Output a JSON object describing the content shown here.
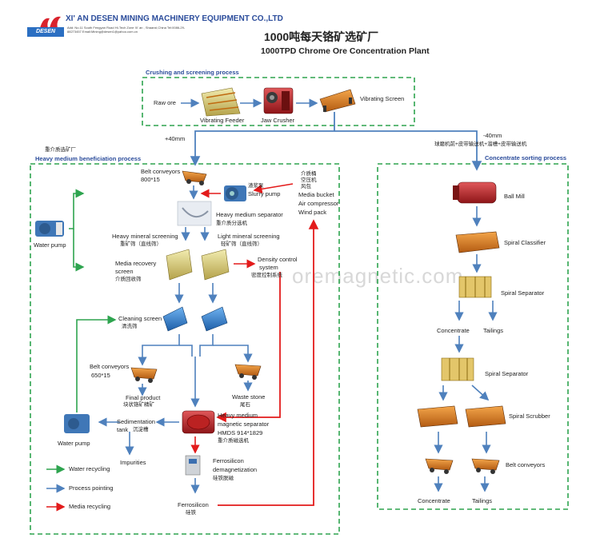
{
  "header": {
    "company": "XI' AN DESEN MINING MACHINERY EQUIPMENT CO.,LTD",
    "address": "Add: No.11 South Fengyan Road Hi-Tech Zone Xi' an , Shaanxi,China  Tel:0086-29-88273457  Email:Mining@desen1@yahoo.com.cn",
    "logo_text": "DESEN"
  },
  "title_cn": "1000吨每天铬矿选矿厂",
  "title_en": "1000TPD Chrome Ore Concentration Plant",
  "watermark": "oremagnetic.com",
  "sections": {
    "crushing": "Crushing and screening process",
    "heavy_medium": "Heavy medium beneficiation process",
    "heavy_medium_cn": "重介质选矿厂",
    "concentrate": "Concentrate sorting process"
  },
  "crushing": {
    "raw_ore": "Raw ore",
    "vibrating_feeder": "Vibrating Feeder",
    "jaw_crusher": "Jaw Crusher",
    "vibrating_screen": "Vibrating Screen"
  },
  "size_labels": {
    "plus40": "+40mm",
    "minus40": "-40mm",
    "minus40_cn": "球磨机前+皮带输送机+溜槽+皮带输送机"
  },
  "heavy": {
    "belt_conveyors_top": "Belt conveyors",
    "belt_conveyors_top_spec": "800*15",
    "slurry_pump_cn": "渣浆泵",
    "slurry_pump": "Slurry pump",
    "media_bucket_cn1": "介质桶",
    "media_bucket_cn2": "空压机",
    "media_bucket_cn3": "风包",
    "media_bucket": "Media bucket",
    "air_compressor": "Air compressor",
    "wind_pack": "Wind pack",
    "water_pump_left": "Water pump",
    "heavy_medium_separator": "Heavy medium separator",
    "heavy_medium_separator_cn": "重介质分选机",
    "heavy_mineral_screening": "Heavy mineral screening",
    "heavy_mineral_screening_cn": "重矿筛（直线筛）",
    "light_mineral_screening": "Light mineral screening",
    "light_mineral_screening_cn": "轻矿筛（直线筛）",
    "media_recovery_screen_1": "Media recovery",
    "media_recovery_screen_2": "screen",
    "media_recovery_screen_cn": "介质回收筛",
    "density_control": "Density control",
    "density_control_2": "system",
    "density_control_cn": "密度控制系统",
    "cleaning_screen": "Cleaning screen",
    "cleaning_screen_cn": "清洗筛",
    "belt_conveyors_mid": "Belt conveyors",
    "belt_conveyors_mid_spec": "650*15",
    "final_product": "Final product",
    "final_product_cn": "块状铬矿精矿",
    "waste_stone": "Waste stone",
    "waste_stone_cn": "尾石",
    "sedimentation_tank": "Sedimentation",
    "sedimentation_tank_2": "tank",
    "sedimentation_tank_cn": "沉淀槽",
    "water_pump_bottom": "Water pump",
    "hm_magnetic_1": "Heavy medium",
    "hm_magnetic_2": "magnetic separator",
    "hm_magnetic_spec": "HMDS 914*1829",
    "hm_magnetic_cn": "重介质磁选机",
    "impurities": "Impurities",
    "ferrosilicon_demag_1": "Ferrosilicon",
    "ferrosilicon_demag_2": "demagnetization",
    "ferrosilicon_demag_cn": "硅铁脱磁",
    "ferrosilicon": "Ferrosilicon",
    "ferrosilicon_cn": "硅铁"
  },
  "legend": {
    "water": "Water recycling",
    "process": "Process pointing",
    "media": "Media recycling"
  },
  "concentrate": {
    "ball_mill": "Ball Mill",
    "spiral_classifier": "Spiral Classifier",
    "spiral_separator_1": "Spiral Separator",
    "concentrate_1": "Concentrate",
    "tailings_1": "Tailings",
    "spiral_separator_2": "Spiral Separator",
    "spiral_scrubber": "Spiral Scrubber",
    "belt_conveyors": "Belt conveyors",
    "concentrate_2": "Concentrate",
    "tailings_2": "Tailings"
  },
  "colors": {
    "green_dash": "#2ea44f",
    "process_blue": "#4f81bd",
    "media_red": "#e31b1b",
    "water_green": "#2ea44f",
    "header_blue": "#2b4c9b"
  }
}
